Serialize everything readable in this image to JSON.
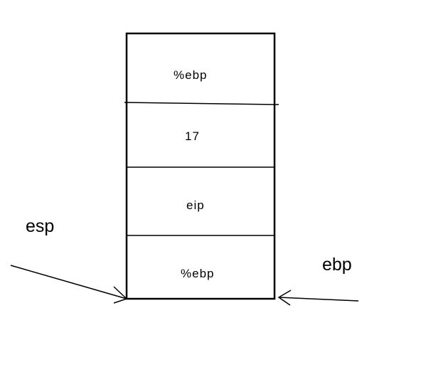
{
  "stack": {
    "cells": [
      "%ebp",
      "17",
      "eip",
      "%ebp"
    ]
  },
  "pointers": {
    "esp": "esp",
    "ebp": "ebp"
  }
}
